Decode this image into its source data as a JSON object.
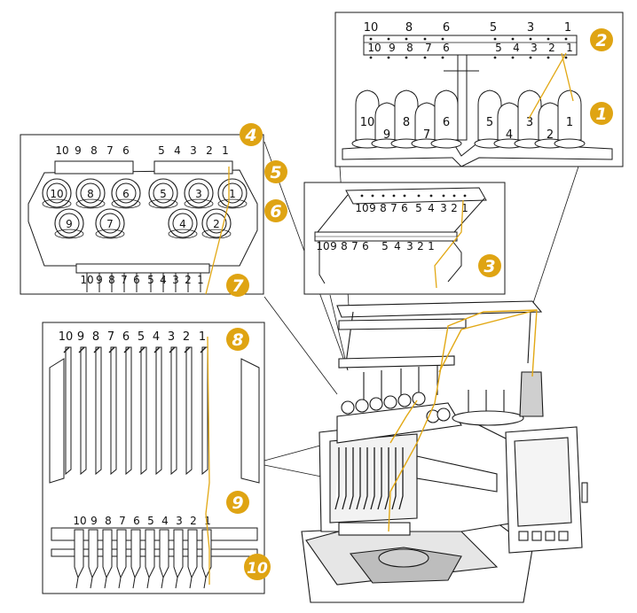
{
  "colors": {
    "thread": "#e2a814",
    "badge": "#dfa413",
    "line": "#1a1a1a",
    "machine_fill": "#ffffff",
    "shade": "#d9d9d9"
  },
  "badges": [
    "1",
    "2",
    "3",
    "4",
    "5",
    "6",
    "7",
    "8",
    "9",
    "10"
  ],
  "spool_numbers": [
    "10",
    "9",
    "8",
    "7",
    "6",
    "5",
    "4",
    "3",
    "2",
    "1"
  ],
  "panel_spools": {
    "top_row_labels": [
      "10",
      "8",
      "6",
      "5",
      "3",
      "1"
    ],
    "bar_labels": [
      "10",
      "9",
      "8",
      "7",
      "6",
      "5",
      "4",
      "3",
      "2",
      "1"
    ]
  },
  "panel_guide": {
    "upper_labels": [
      "10",
      "9",
      "8",
      "7",
      "6",
      "5",
      "4",
      "3",
      "2",
      "1"
    ],
    "lower_labels": [
      "10",
      "9",
      "8",
      "7",
      "6",
      "5",
      "4",
      "3",
      "2",
      "1"
    ]
  },
  "panel_tension": {
    "top_labels": [
      "10",
      "9",
      "8",
      "7",
      "6",
      "5",
      "4",
      "3",
      "2",
      "1"
    ],
    "disc_labels": [
      "10",
      "9",
      "8",
      "7",
      "6",
      "5",
      "4",
      "3",
      "2",
      "1"
    ],
    "bottom_labels": [
      "10",
      "9",
      "8",
      "7",
      "6",
      "5",
      "4",
      "3",
      "2",
      "1"
    ]
  },
  "panel_needlebar": {
    "top_labels": [
      "10",
      "9",
      "8",
      "7",
      "6",
      "5",
      "4",
      "3",
      "2",
      "1"
    ],
    "bottom_labels": [
      "10",
      "9",
      "8",
      "7",
      "6",
      "5",
      "4",
      "3",
      "2",
      "1"
    ]
  }
}
